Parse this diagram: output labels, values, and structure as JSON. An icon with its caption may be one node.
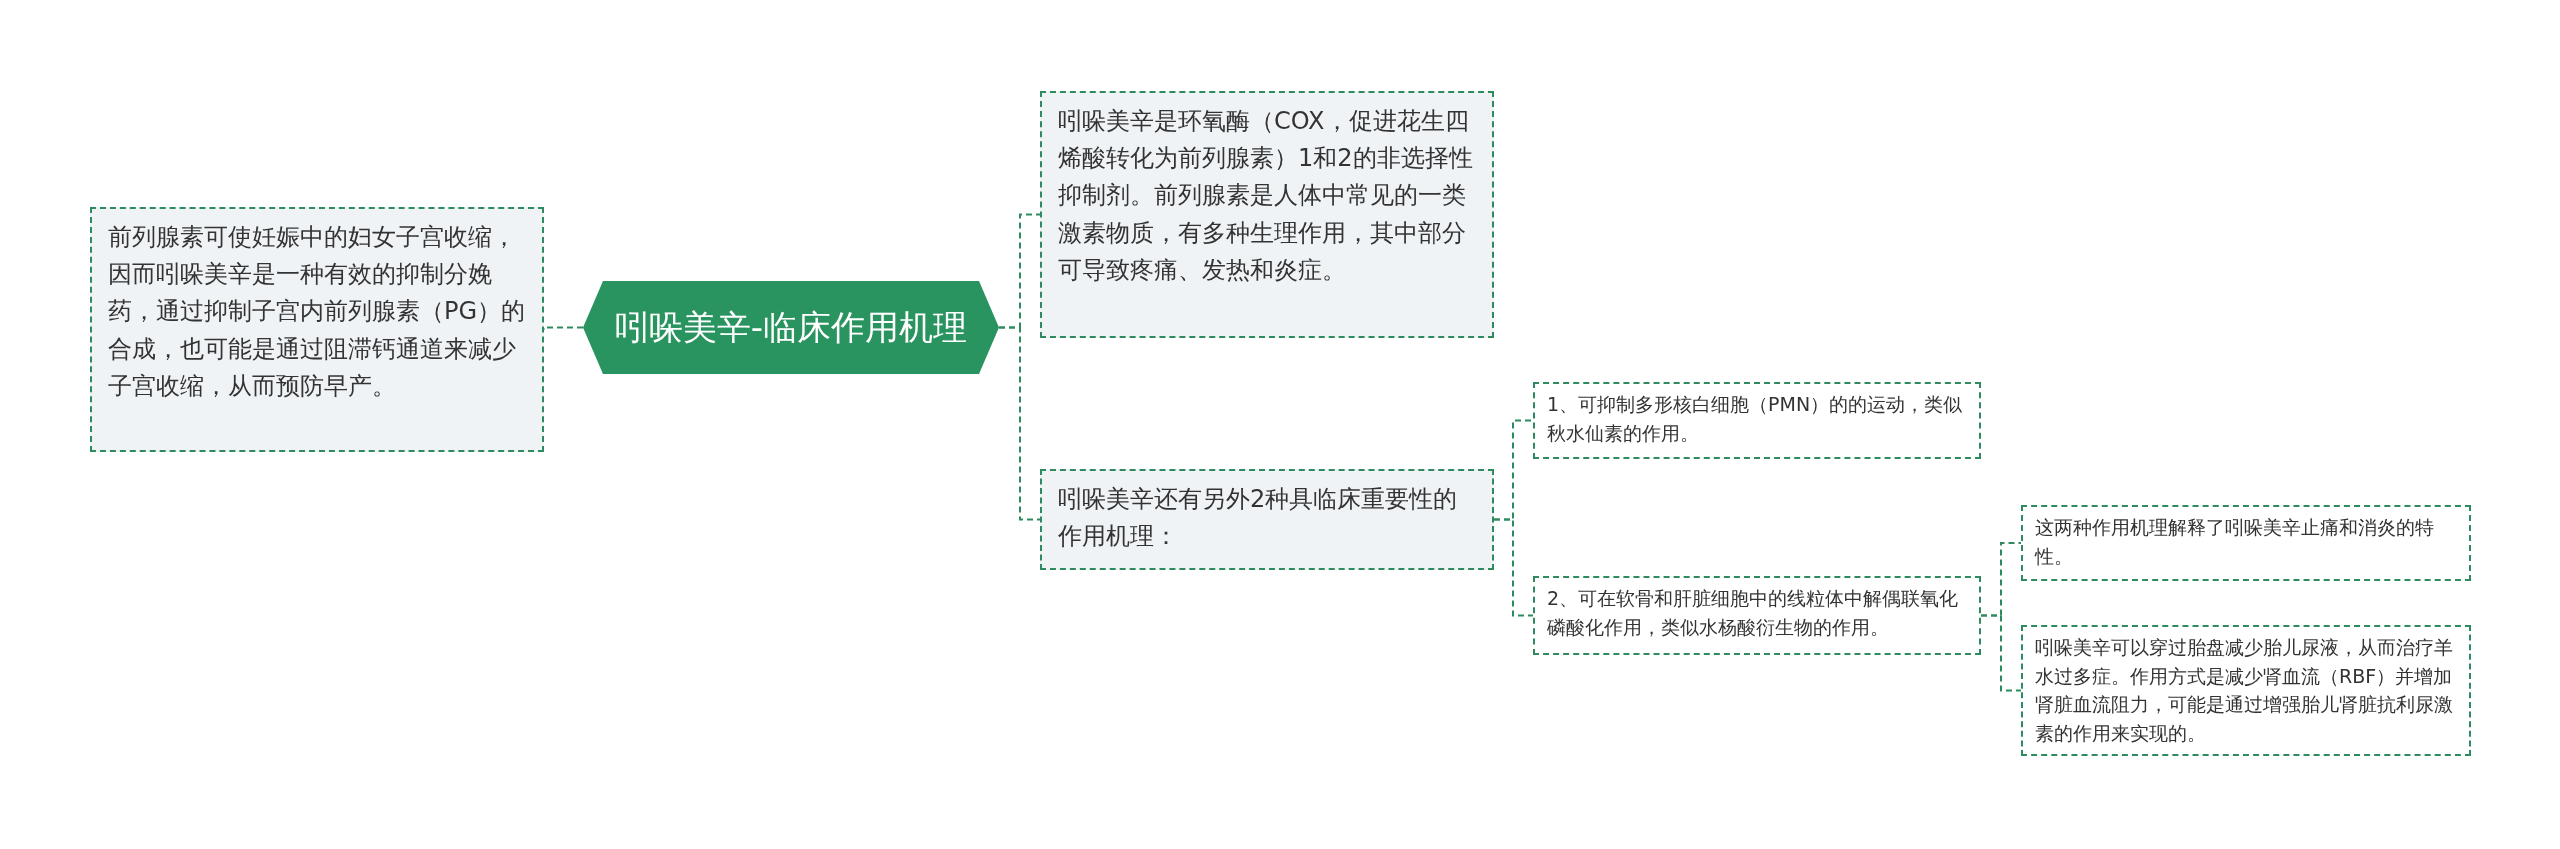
{
  "diagram": {
    "nodes": [
      {
        "text": [
          "吲哚美辛-临床作用机理"
        ]
      },
      {
        "text": [
          "前列腺素可使妊娠中的妇女子宫收缩，因而吲哚美辛是一种有效的抑制分娩药，通过抑制子宫内前列腺素（PG）的合成，也可能是通过阻滞钙通道来减少子宫收缩，从而预防早产。"
        ]
      },
      {
        "text": [
          "吲哚美辛是环氧酶（COX，促进花生四烯酸转化为前列腺素）1和2的非选择性抑制剂。前列腺素是人体中常见的一类激素物质，有多种生理作用，其中部分可导致疼痛、发热和炎症。"
        ]
      },
      {
        "text": [
          "吲哚美辛还有另外2种具临床重要性的作用机理："
        ]
      },
      {
        "text": [
          "1、可抑制多形核白细胞（PMN）的的运动，类似秋水仙素的作用。"
        ]
      },
      {
        "text": [
          "2、可在软骨和肝脏细胞中的线粒体中解偶联氧化磷酸化作用，类似水杨酸衍生物的作用。"
        ]
      },
      {
        "text": [
          "这两种作用机理解释了吲哚美辛止痛和消炎的特性。"
        ]
      },
      {
        "text": [
          "吲哚美辛可以穿过胎盘减少胎儿尿液，从而治疗羊水过多症。作用方式是减少肾血流（RBF）并增加肾脏血流阻力，可能是通过增强胎儿肾脏抗利尿激素的作用来实现的。"
        ]
      }
    ],
    "edges": [
      {
        "from": 0,
        "to": 1,
        "arrow": "none"
      },
      {
        "from": 0,
        "to": 2,
        "arrow": "none"
      },
      {
        "from": 0,
        "to": 3,
        "arrow": "none"
      },
      {
        "from": 3,
        "to": 4,
        "arrow": "none"
      },
      {
        "from": 3,
        "to": 5,
        "arrow": "none"
      },
      {
        "from": 5,
        "to": 6,
        "arrow": "none"
      },
      {
        "from": 5,
        "to": 7,
        "arrow": "none"
      }
    ]
  }
}
